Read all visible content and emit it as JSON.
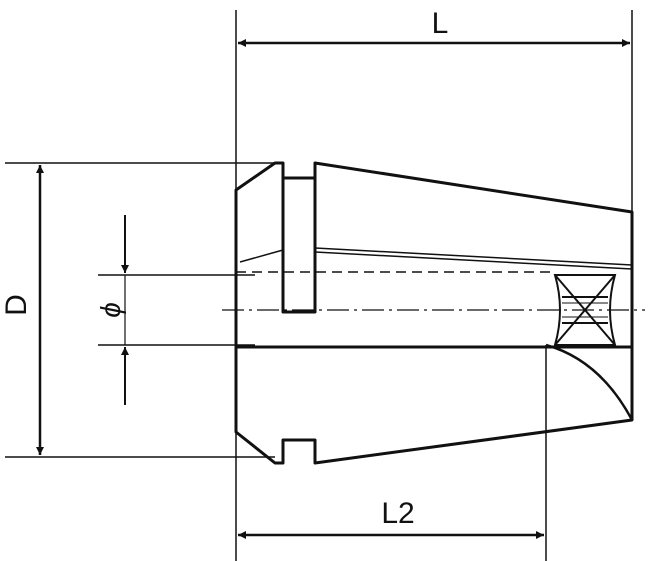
{
  "drawing": {
    "subject": "collet",
    "dimensions": {
      "overall_length": "L",
      "length_2": "L2",
      "outer_diameter": "D",
      "bore_diameter": "ϕ"
    }
  },
  "colors": {
    "line": "#111111",
    "background": "#ffffff"
  }
}
